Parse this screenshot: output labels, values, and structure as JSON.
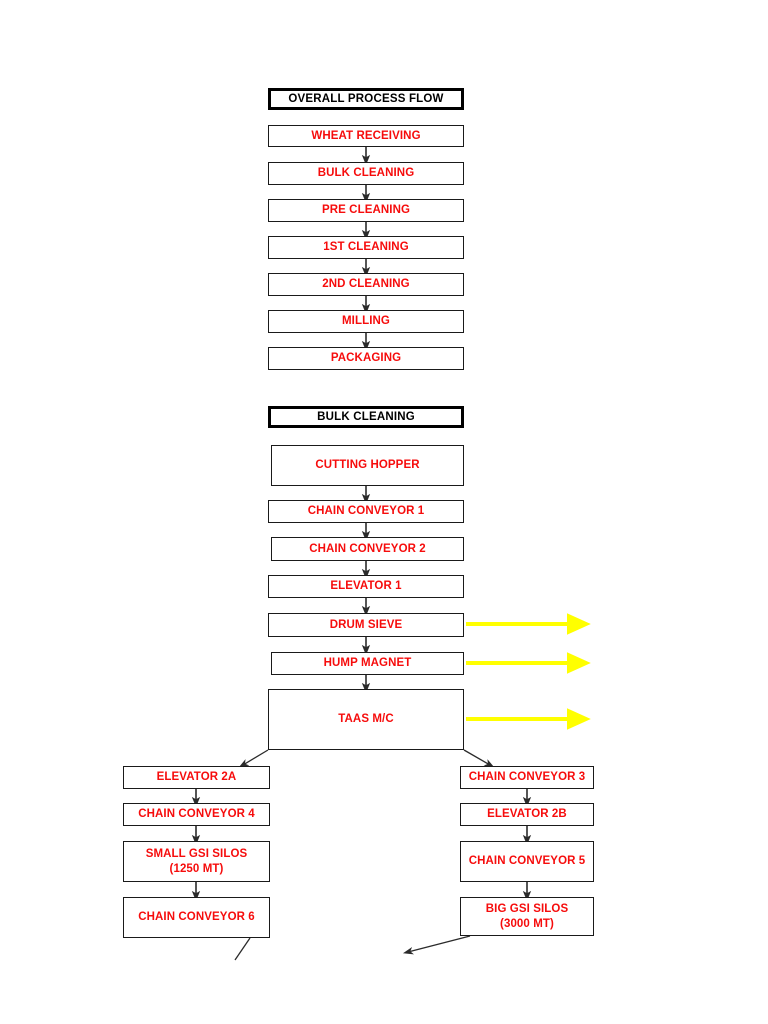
{
  "document": {
    "background_color": "#ffffff",
    "box_text_color": "#f60c0c",
    "title_text_color": "#000000",
    "connector_color": "#2b2b2b",
    "highlight_arrow_color": "#ffff00"
  },
  "sections": [
    {
      "id": "overall-process-flow",
      "title": "OVERALL PROCESS FLOW",
      "steps": [
        {
          "label": "WHEAT RECEIVING"
        },
        {
          "label": "BULK CLEANING"
        },
        {
          "label": "PRE CLEANING"
        },
        {
          "label": "1ST CLEANING"
        },
        {
          "label": "2ND CLEANING"
        },
        {
          "label": "MILLING"
        },
        {
          "label": "PACKAGING"
        }
      ]
    },
    {
      "id": "bulk-cleaning",
      "title": "BULK CLEANING",
      "steps": [
        {
          "label": "CUTTING HOPPER"
        },
        {
          "label": "CHAIN CONVEYOR 1"
        },
        {
          "label": "CHAIN CONVEYOR 2"
        },
        {
          "label": "ELEVATOR 1"
        },
        {
          "label": "DRUM SIEVE",
          "has_reject_arrow": true
        },
        {
          "label": "HUMP MAGNET",
          "has_reject_arrow": true
        },
        {
          "label": "TAAS M/C",
          "has_reject_arrow": true
        }
      ],
      "branch_left": [
        {
          "label": "ELEVATOR 2A"
        },
        {
          "label": "CHAIN CONVEYOR 4"
        },
        {
          "label": "SMALL GSI SILOS\n(1250 MT)"
        },
        {
          "label": "CHAIN CONVEYOR 6"
        }
      ],
      "branch_right": [
        {
          "label": "CHAIN CONVEYOR 3"
        },
        {
          "label": "ELEVATOR 2B"
        },
        {
          "label": "CHAIN CONVEYOR 5"
        },
        {
          "label": "BIG GSI SILOS\n(3000 MT)"
        }
      ]
    }
  ]
}
